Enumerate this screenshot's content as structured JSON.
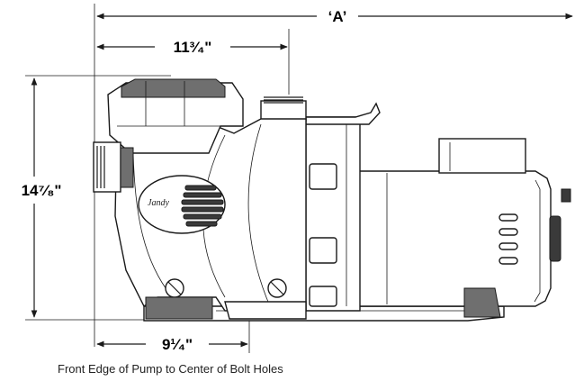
{
  "dimensions": {
    "overall": "‘A’",
    "to_center": "11³⁄₄\"",
    "height": "14⁷⁄₈\"",
    "bolt_holes": "9¹⁄₄\""
  },
  "caption": "Front Edge of Pump to Center of Bolt Holes",
  "logo_text": "Jandy",
  "colors": {
    "line": "#1a1a1a",
    "shading": "#6f6f6f",
    "background": "#ffffff"
  }
}
